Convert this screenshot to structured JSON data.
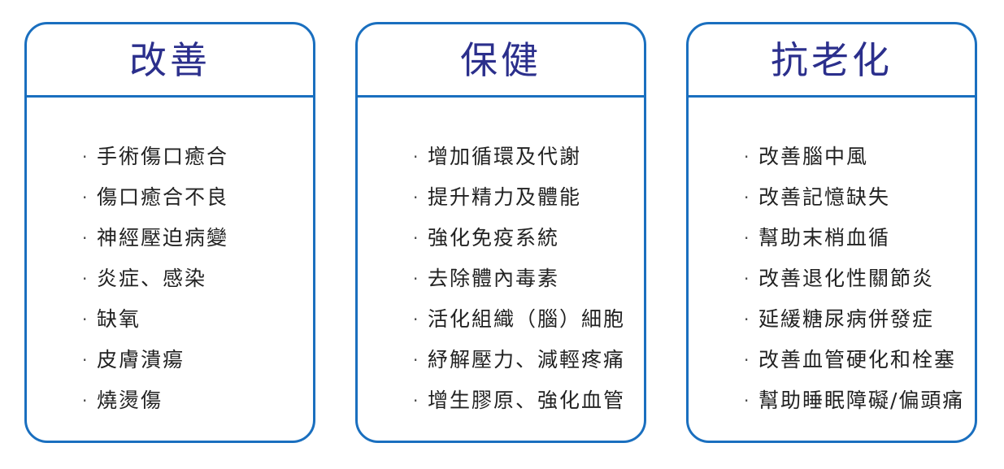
{
  "accent_color": "#1a6fbf",
  "title_color": "#2b2f8c",
  "bullet_symbol": "·",
  "cards": [
    {
      "title": "改善",
      "items": [
        "手術傷口癒合",
        "傷口癒合不良",
        "神經壓迫病變",
        "炎症、感染",
        "缺氧",
        "皮膚潰瘍",
        "燒燙傷"
      ]
    },
    {
      "title": "保健",
      "items": [
        "增加循環及代謝",
        "提升精力及體能",
        "強化免疫系統",
        "去除體內毒素",
        "活化組織（腦）細胞",
        "紓解壓力、減輕疼痛",
        "增生膠原、強化血管"
      ]
    },
    {
      "title": "抗老化",
      "items": [
        "改善腦中風",
        "改善記憶缺失",
        "幫助末梢血循",
        "改善退化性關節炎",
        "延緩糖尿病併發症",
        "改善血管硬化和栓塞",
        "幫助睡眠障礙/偏頭痛"
      ]
    }
  ]
}
